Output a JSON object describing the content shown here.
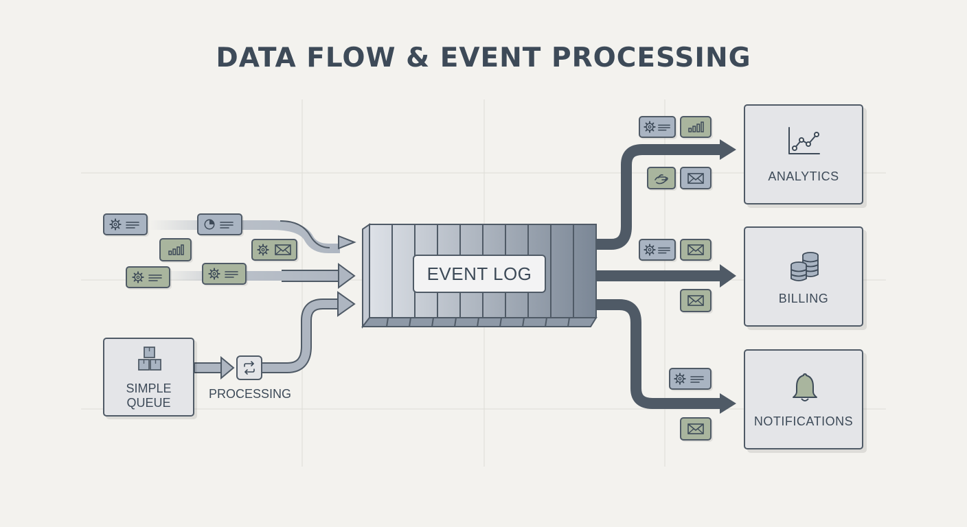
{
  "title": "DATA FLOW & EVENT PROCESSING",
  "event_log": {
    "label": "EVENT LOG"
  },
  "simple_queue": {
    "label_line1": "SIMPLE",
    "label_line2": "QUEUE"
  },
  "processing": {
    "label": "PROCESSING"
  },
  "destinations": [
    {
      "label": "ANALYTICS",
      "icon": "line-chart-icon"
    },
    {
      "label": "BILLING",
      "icon": "coins-stack-icon"
    },
    {
      "label": "NOTIFICATIONS",
      "icon": "bell-icon"
    }
  ],
  "colors": {
    "background": "#f3f2ee",
    "ink": "#4f5a66",
    "text": "#3d4a58",
    "badge_blue": "#a9b4c2",
    "badge_green": "#a9b59e",
    "panel": "#e4e5e8"
  },
  "event_badges": [
    "gear-list-icon",
    "pie-list-icon",
    "bar-chart-icon",
    "gear-mail-icon",
    "gear-list-icon",
    "gear-list-icon",
    "gear-list-icon",
    "bar-chart-icon",
    "hand-icon",
    "mail-icon",
    "gear-list-icon",
    "mail-icon",
    "mail-icon",
    "gear-list-icon",
    "mail-icon"
  ]
}
